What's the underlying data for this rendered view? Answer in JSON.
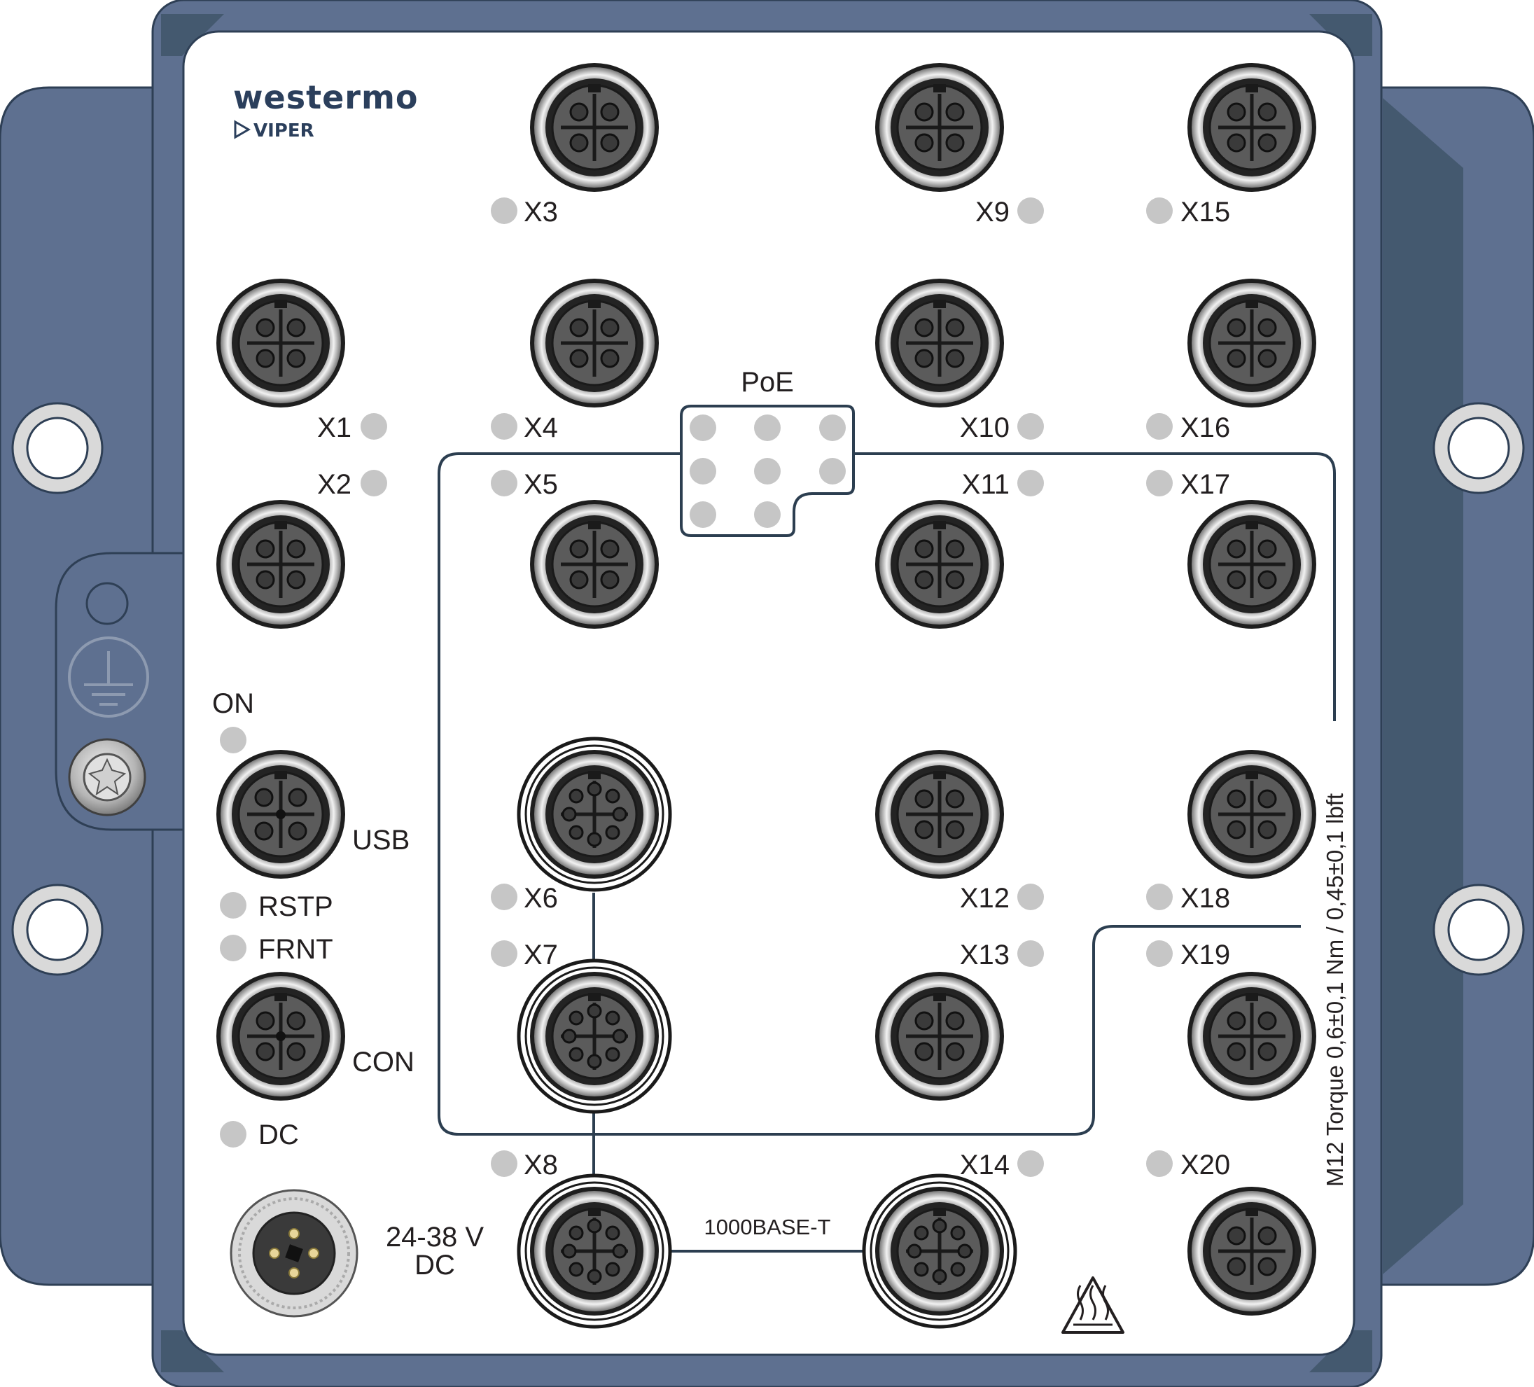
{
  "brand": {
    "name": "westermo",
    "product": "VIPER"
  },
  "colors": {
    "enclosure": "#5e7090",
    "enclosure_dark": "#44596f",
    "enclosure_edge": "#2e3f55",
    "face": "#ffffff",
    "led": "#c6c6c6",
    "connector_body": "#5b5b5b",
    "text": "#231f20"
  },
  "labels": {
    "poe": "PoE",
    "on": "ON",
    "usb": "USB",
    "rstp": "RSTP",
    "frnt": "FRNT",
    "con": "CON",
    "dc": "DC",
    "power_voltage": "24-38 V",
    "power_type": "DC",
    "gigabit": "1000BASE-T",
    "torque": "M12 Torque  0,6±0,1 Nm / 0,45±0,1 lbft"
  },
  "ports": [
    "X1",
    "X2",
    "X3",
    "X4",
    "X5",
    "X6",
    "X7",
    "X8",
    "X9",
    "X10",
    "X11",
    "X12",
    "X13",
    "X14",
    "X15",
    "X16",
    "X17",
    "X18",
    "X19",
    "X20"
  ],
  "icons": {
    "ground": "ground-icon",
    "hot_surface": "hot-surface-warning-icon",
    "screw": "screw-icon",
    "poe_arrow": "play-triangle-icon"
  }
}
